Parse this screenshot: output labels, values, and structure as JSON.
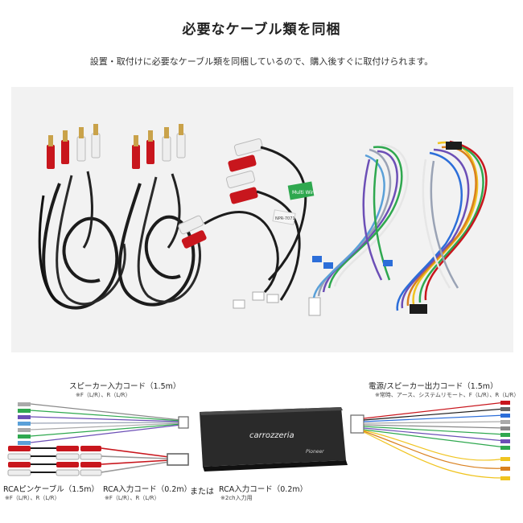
{
  "header": {
    "title": "必要なケーブル類を同梱",
    "subtitle": "設置・取付けに必要なケーブル類を同梱しているので、購入後すぐに取付けられます。"
  },
  "photo": {
    "tag_text": "Multi Wire",
    "tag2_text": "NPR-7071"
  },
  "device": {
    "brand": "carrozzeria",
    "maker": "Pioneer"
  },
  "labels": {
    "speaker_input": "スピーカー入力コード（1.5m）",
    "speaker_input_note": "※F（L/R）、R（L/R）",
    "power_output": "電源/スピーカー出力コード（1.5m）",
    "power_output_note": "※常時、アース、システムリモート、F（L/R）、R（L/R）",
    "rca_pin": "RCAピンケーブル（1.5m）",
    "rca_pin_note": "※F（L/R）、R（L/R）",
    "rca_input_a": "RCA入力コード（0.2m）",
    "rca_input_a_note": "※F（L/R）、R（L/R）",
    "or_text": "または",
    "rca_input_b": "RCA入力コード（0.2m）",
    "rca_input_b_note": "※2ch入力用"
  },
  "colors": {
    "rca_red": "#c8161d",
    "rca_white": "#eeeeee",
    "cable_black": "#1c1c1c",
    "photo_bg": "#f2f2f2"
  }
}
